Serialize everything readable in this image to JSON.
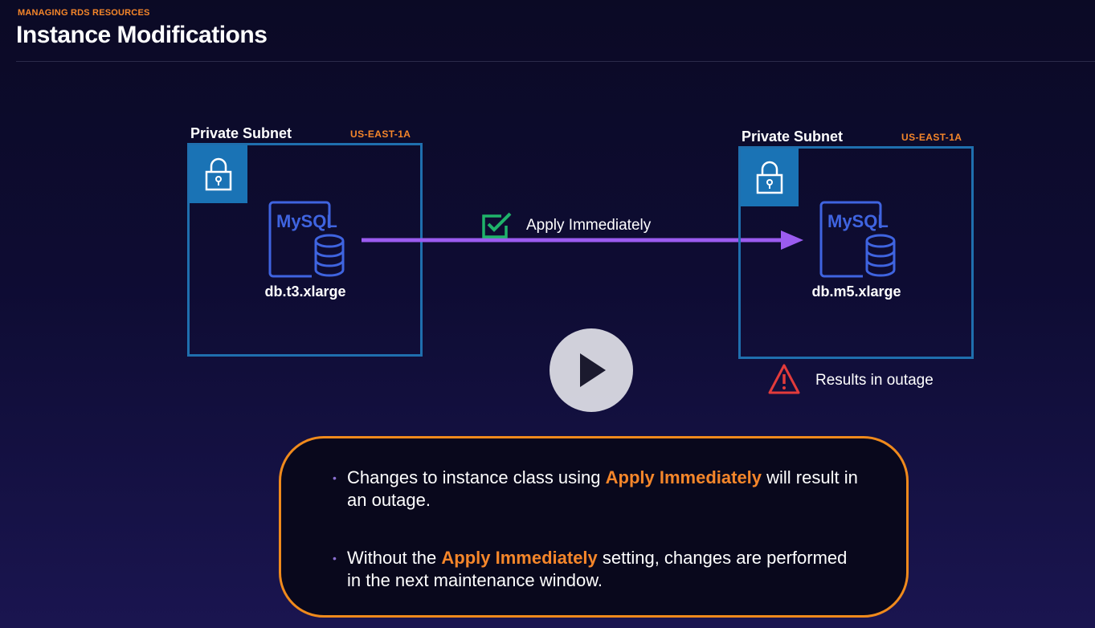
{
  "header": {
    "kicker": "MANAGING RDS RESOURCES",
    "title": "Instance Modifications"
  },
  "source_subnet": {
    "label": "Private Subnet",
    "zone": "US-EAST-1A",
    "engine": "MySQL",
    "instance_class": "db.t3.xlarge"
  },
  "target_subnet": {
    "label": "Private Subnet",
    "zone": "US-EAST-1A",
    "engine": "MySQL",
    "instance_class": "db.m5.xlarge"
  },
  "transition": {
    "label": "Apply Immediately"
  },
  "outage": {
    "label": "Results in outage"
  },
  "callout": {
    "bullet1": {
      "before": "Changes to instance class using ",
      "highlight": "Apply Immediately",
      "after": " will result in an outage."
    },
    "bullet2": {
      "before": "Without the ",
      "highlight": "Apply Immediately",
      "after": " setting, changes are performed in the next maintenance window."
    }
  },
  "colors": {
    "accent_orange": "#f5862a",
    "subnet_blue": "#1f6fae",
    "db_blue": "#3f64e0",
    "arrow_purple": "#9b5cf0",
    "check_green": "#1fb36a",
    "warning_red": "#e23b3b"
  },
  "icons": {
    "lock": "lock-icon",
    "database": "mysql-database-icon",
    "check": "checkbox-checked-icon",
    "warning": "warning-triangle-icon",
    "play": "play-icon"
  }
}
